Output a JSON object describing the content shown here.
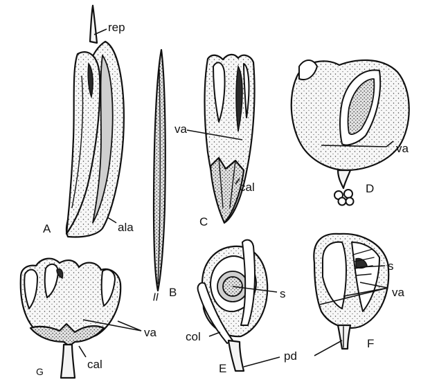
{
  "panels": {
    "a": "A",
    "b": "B",
    "c": "C",
    "d": "D",
    "e": "E",
    "f": "F",
    "g": "G"
  },
  "labels": {
    "rep": "rep",
    "ala": "ala",
    "va_c": "va",
    "cal_c": "cal",
    "va_d": "va",
    "s_e": "s",
    "col_e": "col",
    "pd_ef": "pd",
    "s_f": "s",
    "va_f": "va",
    "va_g": "va",
    "cal_g": "cal"
  }
}
